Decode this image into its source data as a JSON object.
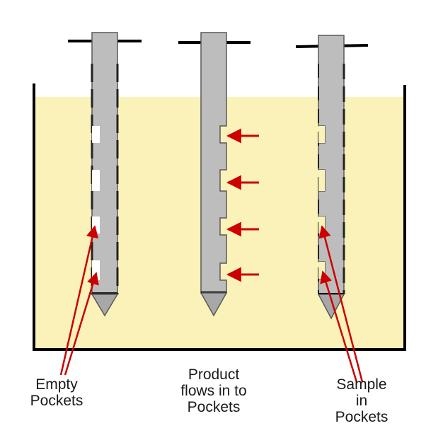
{
  "colors": {
    "liquid": "#fbf2b9",
    "container": "#000000",
    "probe_fill": "#bdbdbd",
    "probe_stroke": "#595959",
    "arrow": "#cc0000",
    "pocket_empty": "#ffffff"
  },
  "labels": {
    "empty_pockets": [
      "Empty",
      "Pockets"
    ],
    "product_flows": [
      "Product",
      "flows  in to",
      "Pockets"
    ],
    "sample_in_pockets": [
      "Sample",
      "in",
      "Pockets"
    ]
  },
  "probes": [
    {
      "name": "probe-empty",
      "pockets": "empty"
    },
    {
      "name": "probe-filling",
      "pockets": "filling"
    },
    {
      "name": "probe-sampled",
      "pockets": "filled"
    }
  ],
  "flow_arrow_count": 4
}
